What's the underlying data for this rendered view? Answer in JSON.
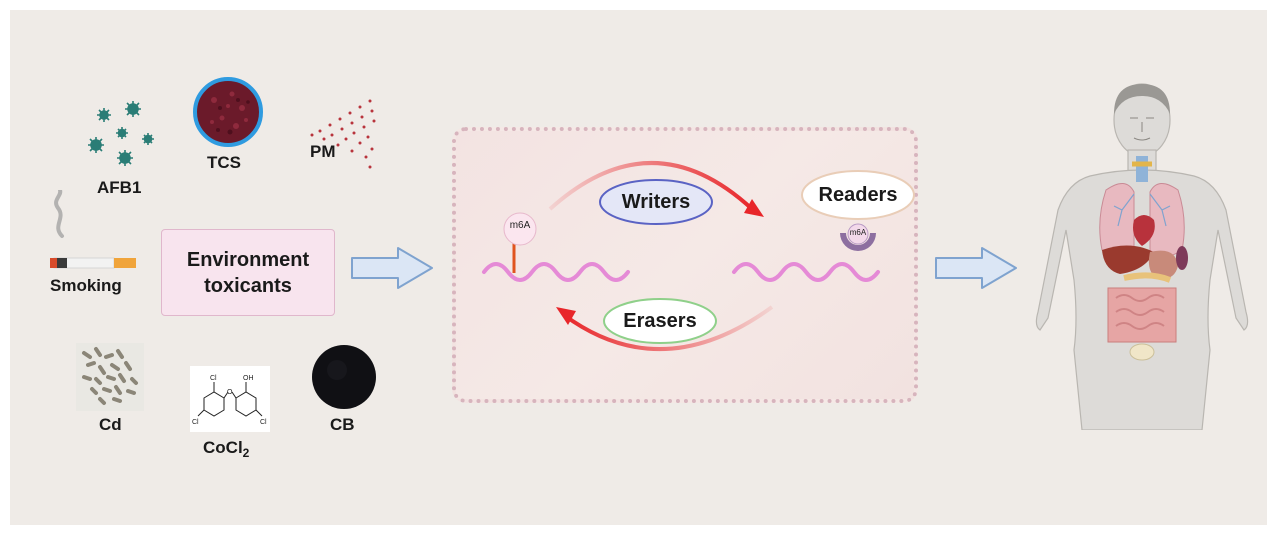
{
  "toxicants": {
    "afb1": "AFB1",
    "tcs": "TCS",
    "pm": "PM",
    "smoking": "Smoking",
    "cd": "Cd",
    "cocl2_main": "CoCl",
    "cocl2_sub": "2",
    "cb": "CB"
  },
  "structure_labels": {
    "cl_top": "Cl",
    "oh": "OH",
    "o": "O",
    "cl_left": "Cl",
    "cl_right": "Cl"
  },
  "env_box": {
    "line1": "Environment",
    "line2": "toxicants"
  },
  "mechanism": {
    "writers": "Writers",
    "readers": "Readers",
    "erasers": "Erasers",
    "m6a_left": "m6A",
    "m6a_right": "m6A"
  },
  "colors": {
    "background": "#efebe7",
    "env_box_fill": "#f8e4ee",
    "arrow_fill": "#dbe6f5",
    "arrow_stroke": "#7fa3cf",
    "rna": "#e58ad6",
    "red_arrow": "#e8262a",
    "writers_fill": "#e4e7f7",
    "writers_stroke": "#5a63c4",
    "erasers_stroke": "#8fd08a",
    "readers_stroke": "#e9cdb7"
  }
}
